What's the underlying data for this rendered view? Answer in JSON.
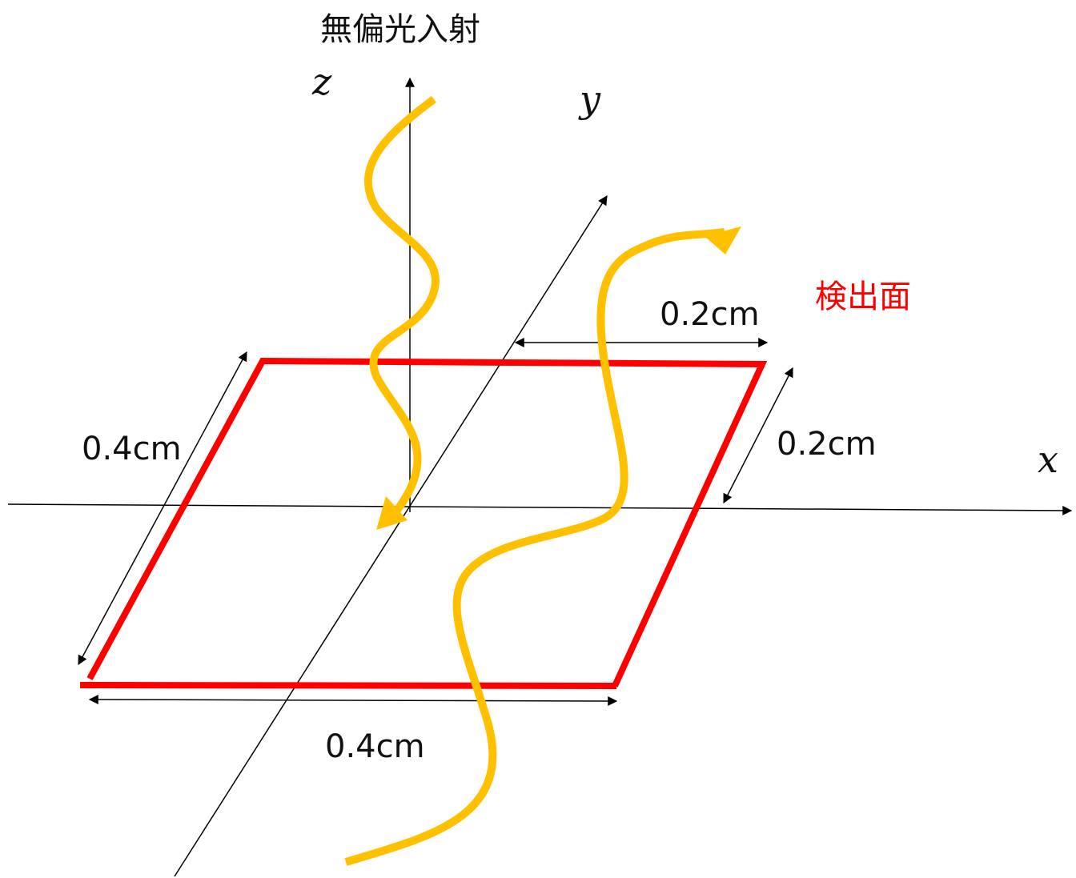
{
  "title": "無偏光入射",
  "axes": {
    "x": "x",
    "y": "y",
    "z": "z"
  },
  "detector": {
    "label": "検出面",
    "color": "#ff0000"
  },
  "dimensions": {
    "bottom_width": "0.4cm",
    "left_depth": "0.4cm",
    "top_offset": "0.2cm",
    "right_depth": "0.2cm"
  },
  "colors": {
    "light_ray": "#ffc000",
    "axis": "#000000"
  }
}
